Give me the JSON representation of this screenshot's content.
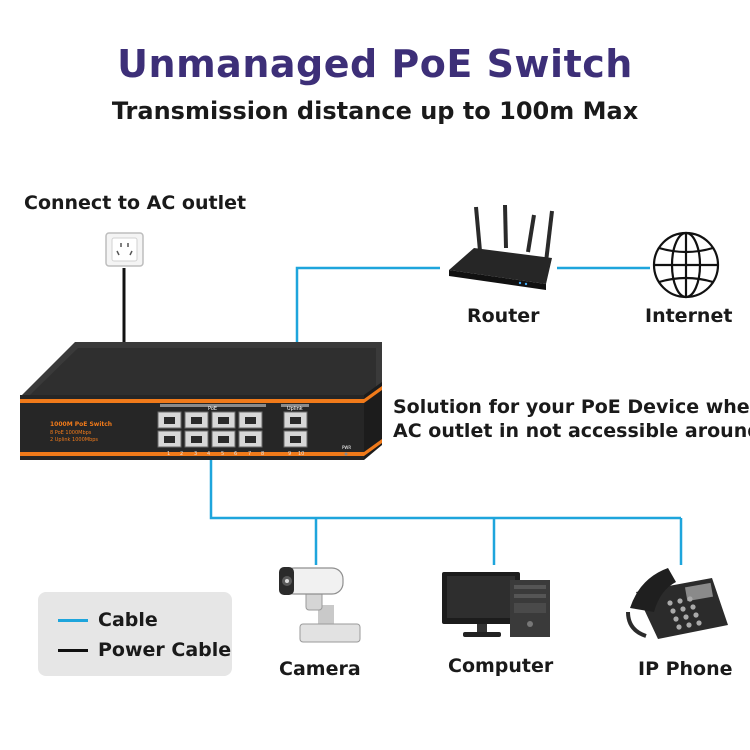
{
  "title": "Unmanaged PoE Switch",
  "subtitle": "Transmission distance up to 100m Max",
  "labels": {
    "ac_outlet": "Connect to AC outlet",
    "router": "Router",
    "internet": "Internet",
    "solution_line1": "Solution for your PoE Device when",
    "solution_line2": "AC outlet in not accessible around",
    "camera": "Camera",
    "computer": "Computer",
    "ip_phone": "IP Phone"
  },
  "switch": {
    "model": "1000M PoE Switch",
    "spec1": "8 PoE 1000Mbps",
    "spec2": "2 Uplink 1000Mbps",
    "poe_label": "PoE",
    "uplink_label": "Uplink",
    "pwr_label": "PWR",
    "port_numbers": [
      "1",
      "2",
      "3",
      "4",
      "5",
      "6",
      "7",
      "8"
    ],
    "uplink_numbers": [
      "9",
      "10"
    ]
  },
  "legend": {
    "cable": "Cable",
    "power_cable": "Power Cable"
  },
  "colors": {
    "title": "#3d2f78",
    "cable": "#1ea5dc",
    "power_cable": "#111111",
    "switch_body": "#2b2b2b",
    "switch_accent": "#f07a1a"
  }
}
